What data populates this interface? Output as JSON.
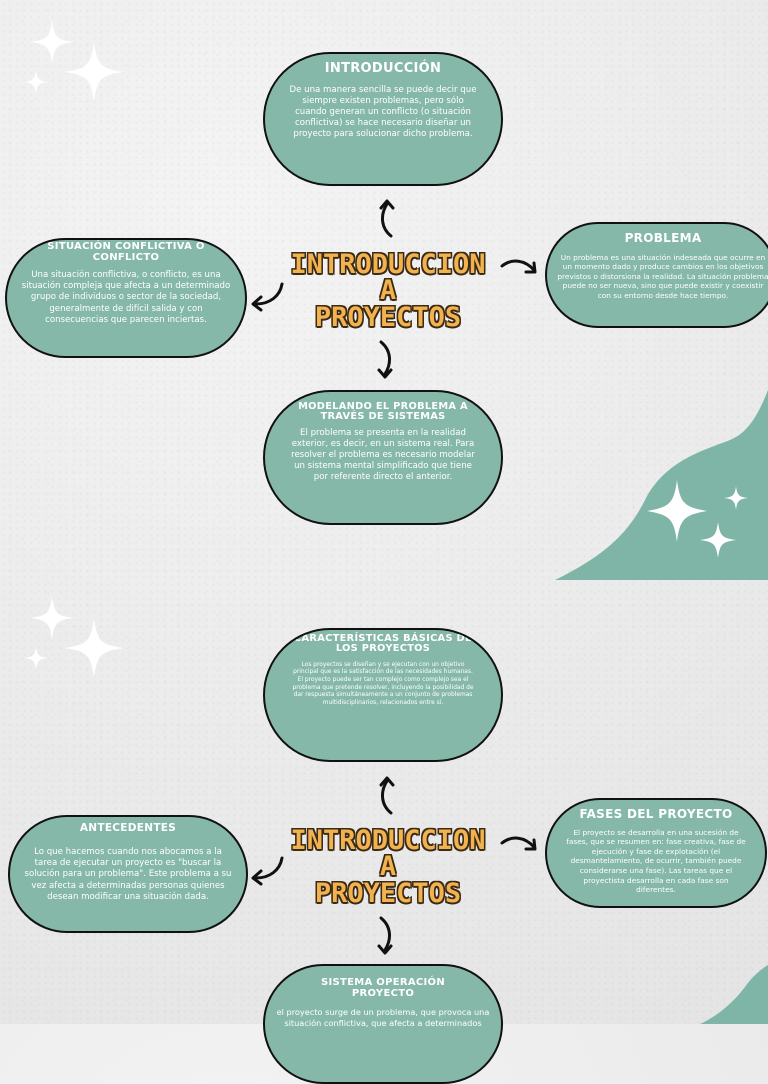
{
  "colors": {
    "node_fill": "#85b8a9",
    "hub_text": "#f2b24f",
    "blob": "#7fb5a6"
  },
  "top": {
    "hub": {
      "line1": "INTRODUCCION",
      "line2": "A",
      "line3": "PROYECTOS"
    },
    "introduccion": {
      "title": "INTRODUCCIÓN",
      "body": "De una manera sencilla se puede decir que siempre existen problemas, pero sólo cuando generan un conflicto (o situación conflictiva) se hace necesario diseñar un proyecto para solucionar dicho problema."
    },
    "situacion": {
      "title": "SITUACIÓN CONFLICTIVA O CONFLICTO",
      "body": "Una situación conflictiva, o conflicto, es una situación compleja que afecta a un determinado grupo de individuos o sector de la sociedad, generalmente de difícil salida y con consecuencias que parecen inciertas."
    },
    "problema": {
      "title": "PROBLEMA",
      "body": "Un problema es una situación indeseada que ocurre en un momento dado y produce cambios en los objetivos previstos o distorsiona la realidad. La situación problema puede no ser nueva, sino que puede existir y coexistir con su entorno desde hace tiempo."
    },
    "modelando": {
      "title": "MODELANDO EL PROBLEMA A TRAVÉS DE SISTEMAS",
      "body": "El problema se presenta en la realidad exterior, es decir, en un sistema real. Para resolver el problema es necesario modelar un sistema mental simplificado que tiene por referente directo el anterior."
    }
  },
  "bottom": {
    "hub": {
      "line1": "INTRODUCCION",
      "line2": "A",
      "line3": "PROYECTOS"
    },
    "caracteristicas": {
      "title": "CARACTERÍSTICAS BÁSICAS DE LOS PROYECTOS",
      "body": "Los proyectos se diseñan y se ejecutan con un objetivo principal que es la satisfacción de las necesidades humanas. El proyecto puede ser tan complejo como complejo sea el problema que pretende resolver, incluyendo la posibilidad de dar respuesta simultáneamente a un conjunto de problemas multidisciplinarios, relacionados entre sí."
    },
    "antecedentes": {
      "title": "ANTECEDENTES",
      "body": "Lo que hacemos cuando nos abocamos a la tarea de ejecutar un proyecto es \"buscar la solución para un problema\". Este problema a su vez afecta a determinadas personas quienes desean modificar una situación dada."
    },
    "fases": {
      "title": "FASES DEL PROYECTO",
      "body": "El proyecto se desarrolla en una sucesión de fases, que se resumen en: fase creativa, fase de ejecución y fase de explotación (el desmantelamiento, de ocurrir, también puede considerarse una fase). Las tareas que el proyectista desarrolla en cada fase son diferentes."
    },
    "sistema": {
      "title": "SISTEMA OPERACIÓN PROYECTO",
      "body": "el proyecto surge de un problema, que provoca una situación conflictiva, que afecta a determinados"
    }
  },
  "icons": [
    "sparkle-icon",
    "curved-arrow-icon"
  ]
}
